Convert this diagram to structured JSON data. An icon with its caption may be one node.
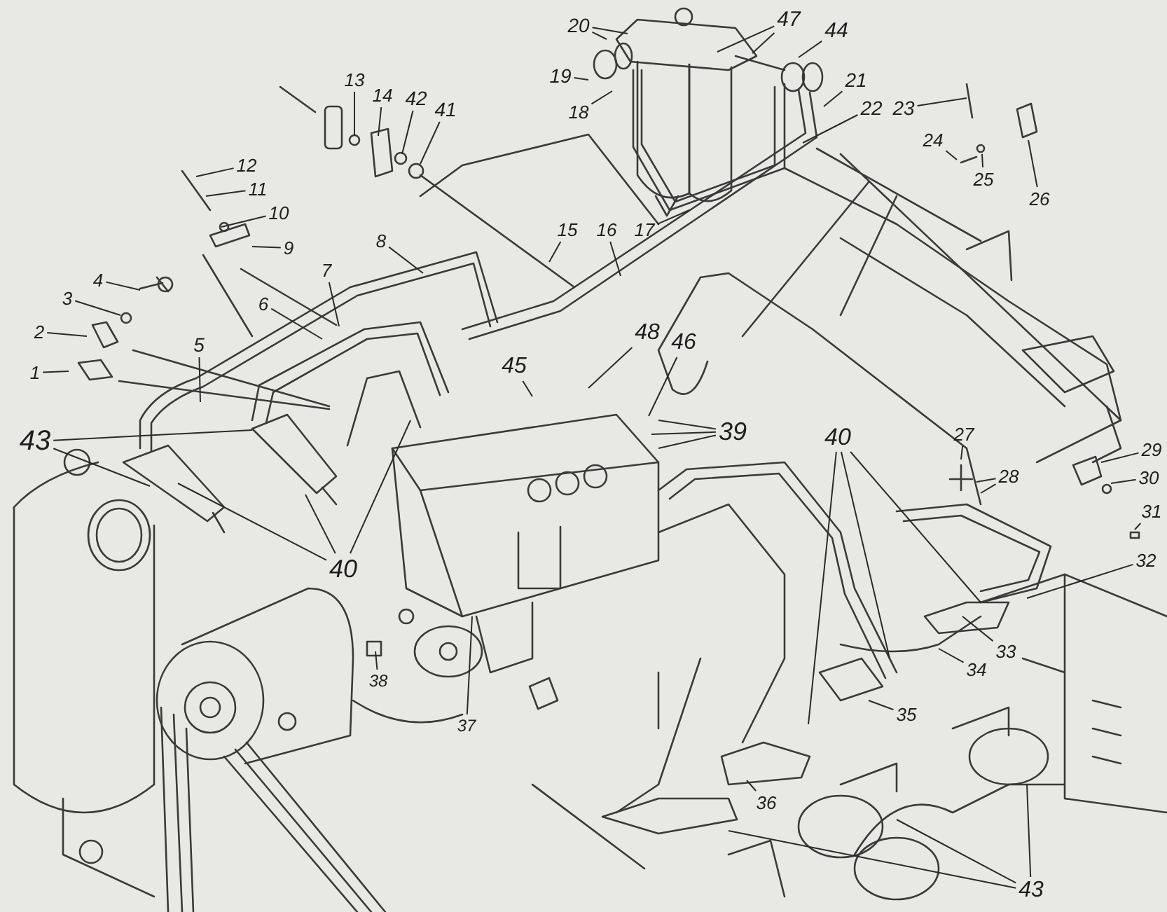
{
  "diagram": {
    "nodes": [
      {
        "text": [
          "47"
        ]
      },
      {
        "text": [
          "20"
        ]
      },
      {
        "text": [
          "44"
        ]
      },
      {
        "text": [
          "19"
        ]
      },
      {
        "text": [
          "21"
        ]
      },
      {
        "text": [
          "13"
        ]
      },
      {
        "text": [
          "14"
        ]
      },
      {
        "text": [
          "42"
        ]
      },
      {
        "text": [
          "23"
        ]
      },
      {
        "text": [
          "22"
        ]
      },
      {
        "text": [
          "41"
        ]
      },
      {
        "text": [
          "18"
        ]
      },
      {
        "text": [
          "24"
        ]
      },
      {
        "text": [
          "12"
        ]
      },
      {
        "text": [
          "25"
        ]
      },
      {
        "text": [
          "11"
        ]
      },
      {
        "text": [
          "26"
        ]
      },
      {
        "text": [
          "10"
        ]
      },
      {
        "text": [
          "15"
        ]
      },
      {
        "text": [
          "16"
        ]
      },
      {
        "text": [
          "17"
        ]
      },
      {
        "text": [
          "8"
        ]
      },
      {
        "text": [
          "9"
        ]
      },
      {
        "text": [
          "7"
        ]
      },
      {
        "text": [
          "4"
        ]
      },
      {
        "text": [
          "3"
        ]
      },
      {
        "text": [
          "6"
        ]
      },
      {
        "text": [
          "2"
        ]
      },
      {
        "text": [
          "48"
        ]
      },
      {
        "text": [
          "46"
        ]
      },
      {
        "text": [
          "5"
        ]
      },
      {
        "text": [
          "45"
        ]
      },
      {
        "text": [
          "1"
        ]
      },
      {
        "text": [
          "39"
        ]
      },
      {
        "text": [
          "27"
        ]
      },
      {
        "text": [
          "40"
        ]
      },
      {
        "text": [
          "43"
        ]
      },
      {
        "text": [
          "29"
        ]
      },
      {
        "text": [
          "28"
        ]
      },
      {
        "text": [
          "30"
        ]
      },
      {
        "text": [
          "31"
        ]
      },
      {
        "text": [
          "32"
        ]
      },
      {
        "text": [
          "40"
        ]
      },
      {
        "text": [
          "33"
        ]
      },
      {
        "text": [
          "34"
        ]
      },
      {
        "text": [
          "38"
        ]
      },
      {
        "text": [
          "35"
        ]
      },
      {
        "text": [
          "37"
        ]
      },
      {
        "text": [
          "36"
        ]
      },
      {
        "text": [
          "43"
        ]
      }
    ],
    "edges": [
      {
        "from": 0,
        "to": null,
        "arrow": "none"
      },
      {
        "from": 0,
        "to": null,
        "arrow": "none"
      },
      {
        "from": 1,
        "to": null,
        "arrow": "none"
      },
      {
        "from": 1,
        "to": null,
        "arrow": "none"
      },
      {
        "from": 2,
        "to": null,
        "arrow": "none"
      },
      {
        "from": 3,
        "to": null,
        "arrow": "none"
      },
      {
        "from": 4,
        "to": null,
        "arrow": "none"
      },
      {
        "from": 5,
        "to": null,
        "arrow": "none"
      },
      {
        "from": 6,
        "to": null,
        "arrow": "none"
      },
      {
        "from": 7,
        "to": null,
        "arrow": "none"
      },
      {
        "from": 8,
        "to": null,
        "arrow": "none"
      },
      {
        "from": 9,
        "to": null,
        "arrow": "none"
      },
      {
        "from": 10,
        "to": null,
        "arrow": "none"
      },
      {
        "from": 11,
        "to": null,
        "arrow": "none"
      },
      {
        "from": 12,
        "to": null,
        "arrow": "none"
      },
      {
        "from": 13,
        "to": null,
        "arrow": "none"
      },
      {
        "from": 14,
        "to": null,
        "arrow": "none"
      },
      {
        "from": 15,
        "to": null,
        "arrow": "none"
      },
      {
        "from": 16,
        "to": null,
        "arrow": "none"
      },
      {
        "from": 17,
        "to": null,
        "arrow": "none"
      },
      {
        "from": 18,
        "to": null,
        "arrow": "none"
      },
      {
        "from": 19,
        "to": null,
        "arrow": "none"
      },
      {
        "from": 20,
        "to": null,
        "arrow": "none"
      },
      {
        "from": 21,
        "to": null,
        "arrow": "none"
      },
      {
        "from": 22,
        "to": null,
        "arrow": "none"
      },
      {
        "from": 23,
        "to": null,
        "arrow": "none"
      },
      {
        "from": 24,
        "to": null,
        "arrow": "none"
      },
      {
        "from": 25,
        "to": null,
        "arrow": "none"
      },
      {
        "from": 26,
        "to": null,
        "arrow": "none"
      },
      {
        "from": 27,
        "to": null,
        "arrow": "none"
      },
      {
        "from": 28,
        "to": null,
        "arrow": "none"
      },
      {
        "from": 29,
        "to": null,
        "arrow": "none"
      },
      {
        "from": 30,
        "to": null,
        "arrow": "none"
      },
      {
        "from": 31,
        "to": null,
        "arrow": "none"
      },
      {
        "from": 32,
        "to": null,
        "arrow": "none"
      },
      {
        "from": 33,
        "to": null,
        "arrow": "none"
      },
      {
        "from": 33,
        "to": null,
        "arrow": "none"
      },
      {
        "from": 33,
        "to": null,
        "arrow": "none"
      },
      {
        "from": 34,
        "to": null,
        "arrow": "none"
      },
      {
        "from": 35,
        "to": null,
        "arrow": "none"
      },
      {
        "from": 35,
        "to": null,
        "arrow": "none"
      },
      {
        "from": 35,
        "to": null,
        "arrow": "none"
      },
      {
        "from": 36,
        "to": null,
        "arrow": "none"
      },
      {
        "from": 36,
        "to": null,
        "arrow": "none"
      },
      {
        "from": 37,
        "to": null,
        "arrow": "none"
      },
      {
        "from": 38,
        "to": null,
        "arrow": "none"
      },
      {
        "from": 38,
        "to": null,
        "arrow": "none"
      },
      {
        "from": 39,
        "to": null,
        "arrow": "none"
      },
      {
        "from": 40,
        "to": null,
        "arrow": "none"
      },
      {
        "from": 41,
        "to": null,
        "arrow": "none"
      },
      {
        "from": 42,
        "to": null,
        "arrow": "none"
      },
      {
        "from": 42,
        "to": null,
        "arrow": "none"
      },
      {
        "from": 42,
        "to": null,
        "arrow": "none"
      },
      {
        "from": 43,
        "to": null,
        "arrow": "none"
      },
      {
        "from": 44,
        "to": null,
        "arrow": "none"
      },
      {
        "from": 45,
        "to": null,
        "arrow": "none"
      },
      {
        "from": 46,
        "to": null,
        "arrow": "none"
      },
      {
        "from": 47,
        "to": null,
        "arrow": "none"
      },
      {
        "from": 48,
        "to": null,
        "arrow": "none"
      },
      {
        "from": 49,
        "to": null,
        "arrow": "none"
      },
      {
        "from": 49,
        "to": null,
        "arrow": "none"
      },
      {
        "from": 49,
        "to": null,
        "arrow": "none"
      }
    ]
  }
}
